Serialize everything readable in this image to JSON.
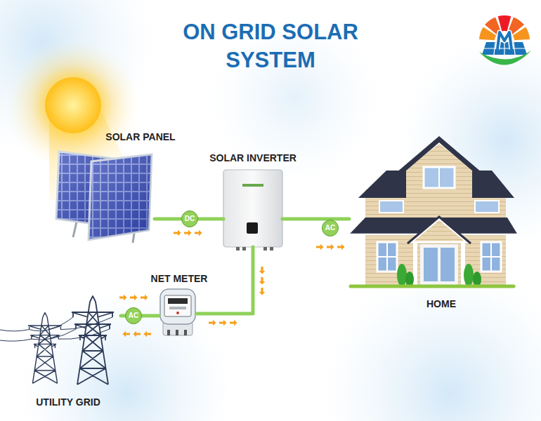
{
  "diagram": {
    "title": "ON GRID SOLAR SYSTEM",
    "nodes": [
      {
        "text": [
          "SOLAR PANEL"
        ]
      },
      {
        "text": [
          "SOLAR INVERTER"
        ]
      },
      {
        "text": [
          "HOME"
        ]
      },
      {
        "text": [
          "NET METER"
        ]
      },
      {
        "text": [
          "UTILITY GRID"
        ]
      }
    ],
    "edges": [
      {
        "from": 0,
        "to": 1,
        "label": "DC",
        "arrow": "to"
      },
      {
        "from": 1,
        "to": 2,
        "label": "AC",
        "arrow": "to"
      },
      {
        "from": 1,
        "to": 3,
        "arrow": "both"
      },
      {
        "from": 3,
        "to": 4,
        "label": "AC",
        "arrow": "both"
      }
    ]
  }
}
